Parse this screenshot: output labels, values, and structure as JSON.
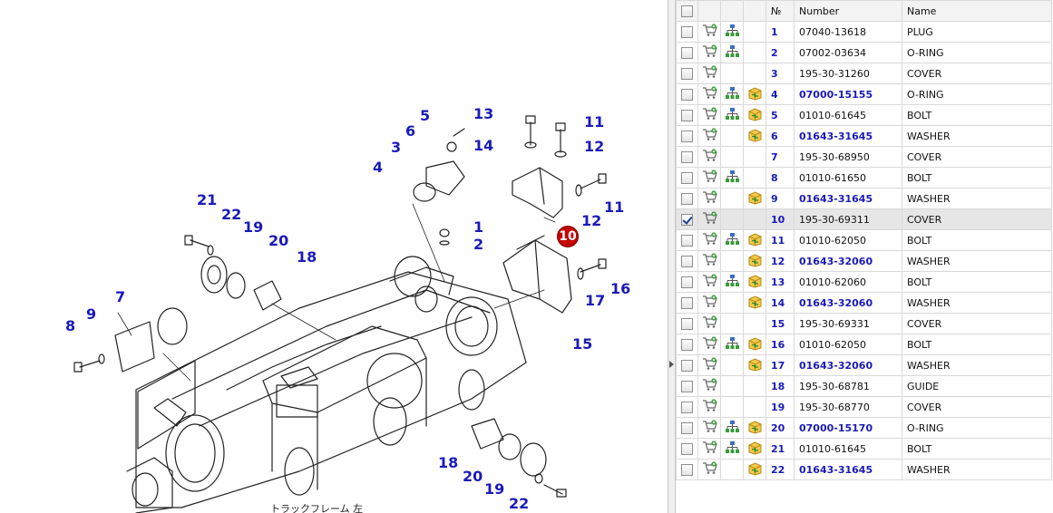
{
  "diagram": {
    "callouts": [
      {
        "label": "13"
      },
      {
        "label": "11"
      },
      {
        "label": "5"
      },
      {
        "label": "6"
      },
      {
        "label": "14"
      },
      {
        "label": "12"
      },
      {
        "label": "3"
      },
      {
        "label": "4"
      },
      {
        "label": "11"
      },
      {
        "label": "12"
      },
      {
        "label": "21"
      },
      {
        "label": "22"
      },
      {
        "label": "19"
      },
      {
        "label": "20"
      },
      {
        "label": "1"
      },
      {
        "label": "2"
      },
      {
        "label": "18"
      },
      {
        "label": "7"
      },
      {
        "label": "8"
      },
      {
        "label": "9"
      },
      {
        "label": "16"
      },
      {
        "label": "17"
      },
      {
        "label": "15"
      },
      {
        "label": "18"
      },
      {
        "label": "20"
      },
      {
        "label": "19"
      },
      {
        "label": "22"
      }
    ],
    "highlighted_callout": "10",
    "frame_caption": "トラックフレーム 左"
  },
  "table": {
    "headers": {
      "no": "№",
      "number": "Number",
      "name": "Name"
    },
    "rows": [
      {
        "no": "1",
        "number": "07040-13618",
        "name": "PLUG",
        "bold": false,
        "tree": true,
        "sub": false,
        "checked": false,
        "selected": false
      },
      {
        "no": "2",
        "number": "07002-03634",
        "name": "O-RING",
        "bold": false,
        "tree": true,
        "sub": false,
        "checked": false,
        "selected": false
      },
      {
        "no": "3",
        "number": "195-30-31260",
        "name": "COVER",
        "bold": false,
        "tree": false,
        "sub": false,
        "checked": false,
        "selected": false
      },
      {
        "no": "4",
        "number": "07000-15155",
        "name": "O-RING",
        "bold": true,
        "tree": true,
        "sub": true,
        "checked": false,
        "selected": false
      },
      {
        "no": "5",
        "number": "01010-61645",
        "name": "BOLT",
        "bold": false,
        "tree": true,
        "sub": true,
        "checked": false,
        "selected": false
      },
      {
        "no": "6",
        "number": "01643-31645",
        "name": "WASHER",
        "bold": true,
        "tree": false,
        "sub": true,
        "checked": false,
        "selected": false
      },
      {
        "no": "7",
        "number": "195-30-68950",
        "name": "COVER",
        "bold": false,
        "tree": false,
        "sub": false,
        "checked": false,
        "selected": false
      },
      {
        "no": "8",
        "number": "01010-61650",
        "name": "BOLT",
        "bold": false,
        "tree": true,
        "sub": false,
        "checked": false,
        "selected": false
      },
      {
        "no": "9",
        "number": "01643-31645",
        "name": "WASHER",
        "bold": true,
        "tree": false,
        "sub": true,
        "checked": false,
        "selected": false
      },
      {
        "no": "10",
        "number": "195-30-69311",
        "name": "COVER",
        "bold": false,
        "tree": false,
        "sub": false,
        "checked": true,
        "selected": true
      },
      {
        "no": "11",
        "number": "01010-62050",
        "name": "BOLT",
        "bold": false,
        "tree": true,
        "sub": true,
        "checked": false,
        "selected": false
      },
      {
        "no": "12",
        "number": "01643-32060",
        "name": "WASHER",
        "bold": true,
        "tree": false,
        "sub": true,
        "checked": false,
        "selected": false
      },
      {
        "no": "13",
        "number": "01010-62060",
        "name": "BOLT",
        "bold": false,
        "tree": true,
        "sub": true,
        "checked": false,
        "selected": false
      },
      {
        "no": "14",
        "number": "01643-32060",
        "name": "WASHER",
        "bold": true,
        "tree": false,
        "sub": true,
        "checked": false,
        "selected": false
      },
      {
        "no": "15",
        "number": "195-30-69331",
        "name": "COVER",
        "bold": false,
        "tree": false,
        "sub": false,
        "checked": false,
        "selected": false
      },
      {
        "no": "16",
        "number": "01010-62050",
        "name": "BOLT",
        "bold": false,
        "tree": true,
        "sub": true,
        "checked": false,
        "selected": false
      },
      {
        "no": "17",
        "number": "01643-32060",
        "name": "WASHER",
        "bold": true,
        "tree": false,
        "sub": true,
        "checked": false,
        "selected": false
      },
      {
        "no": "18",
        "number": "195-30-68781",
        "name": "GUIDE",
        "bold": false,
        "tree": false,
        "sub": false,
        "checked": false,
        "selected": false
      },
      {
        "no": "19",
        "number": "195-30-68770",
        "name": "COVER",
        "bold": false,
        "tree": false,
        "sub": false,
        "checked": false,
        "selected": false
      },
      {
        "no": "20",
        "number": "07000-15170",
        "name": "O-RING",
        "bold": true,
        "tree": true,
        "sub": true,
        "checked": false,
        "selected": false
      },
      {
        "no": "21",
        "number": "01010-61645",
        "name": "BOLT",
        "bold": false,
        "tree": true,
        "sub": true,
        "checked": false,
        "selected": false
      },
      {
        "no": "22",
        "number": "01643-31645",
        "name": "WASHER",
        "bold": true,
        "tree": false,
        "sub": true,
        "checked": false,
        "selected": false
      }
    ]
  },
  "icons": {
    "cart": "add-to-cart-icon",
    "tree": "hierarchy-tree-icon",
    "sub": "substitute-box-icon"
  },
  "colors": {
    "callout": "#1a1ab8",
    "highlight": "#c40000",
    "selected_row": "#e6e6e6",
    "link_text": "#1a1ab8"
  }
}
